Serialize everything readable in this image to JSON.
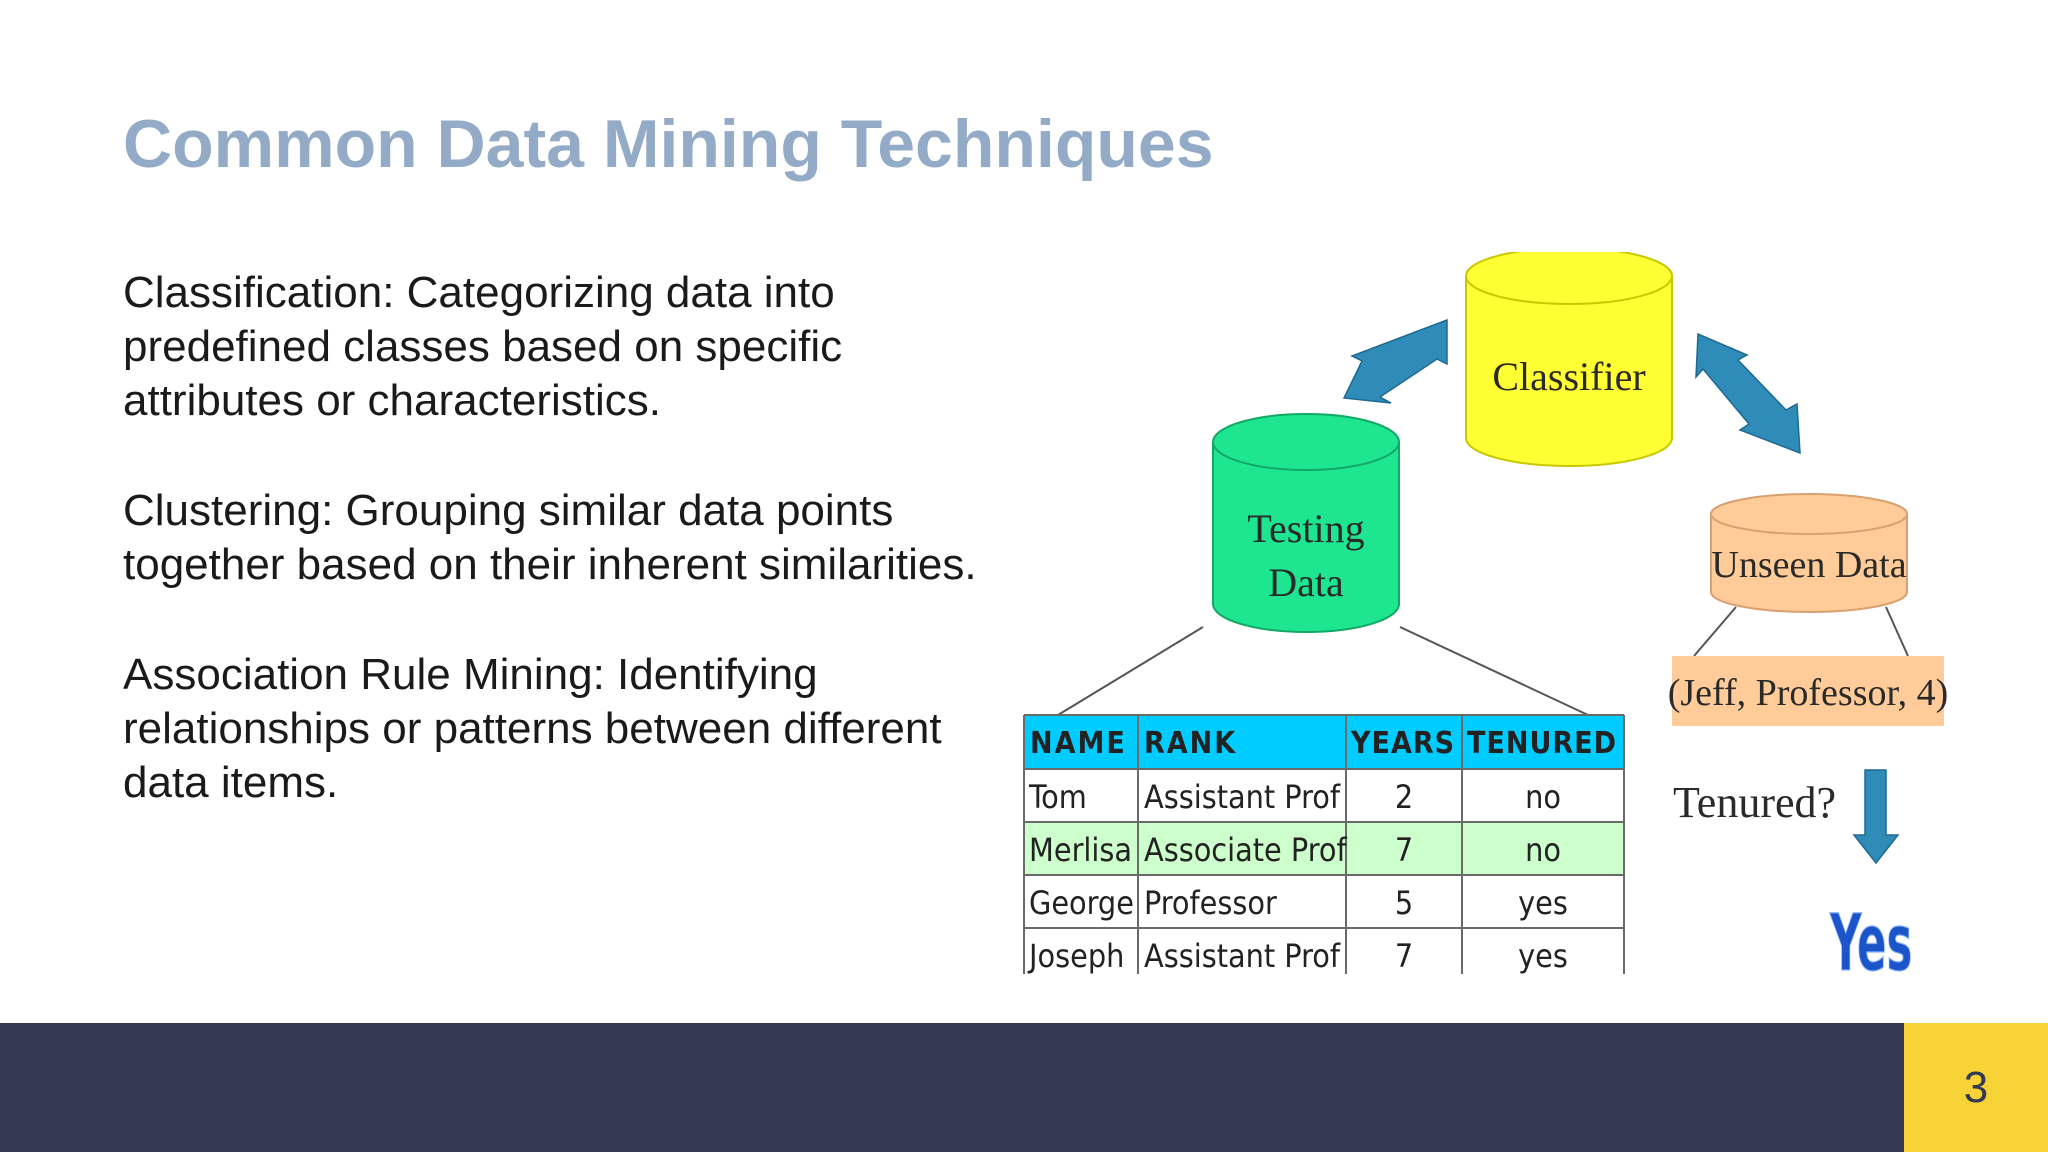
{
  "title": "Common Data Mining Techniques",
  "bullets": [
    "Classification: Categorizing data into predefined classes based on specific attributes or characteristics.",
    "Clustering: Grouping similar data points together based on their inherent similarities.",
    "Association Rule Mining: Identifying relationships or patterns between different data items."
  ],
  "diagram": {
    "classifier": "Classifier",
    "testing_data": [
      "Testing",
      "Data"
    ],
    "unseen_data": "Unseen Data",
    "unseen_tuple": "(Jeff, Professor, 4)",
    "question": "Tenured?",
    "answer": "Yes",
    "table": {
      "headers": [
        "NAME",
        "RANK",
        "YEARS",
        "TENURED"
      ],
      "rows": [
        [
          "Tom",
          "Assistant Prof",
          "2",
          "no"
        ],
        [
          "Merlisa",
          "Associate Prof",
          "7",
          "no"
        ],
        [
          "George",
          "Professor",
          "5",
          "yes"
        ],
        [
          "Joseph",
          "Assistant Prof",
          "7",
          "yes"
        ]
      ]
    }
  },
  "page_number": "3",
  "colors": {
    "title": "#93abc6",
    "footer": "#343a52",
    "page_box": "#f7d337",
    "classifier": "#ffff33",
    "testing_data": "#1ee58f",
    "unseen_data": "#ffcc99",
    "table_header": "#00ccff",
    "highlight_row": "#ccffcc",
    "arrow": "#2f8cb8",
    "answer": "#1b55c9"
  }
}
